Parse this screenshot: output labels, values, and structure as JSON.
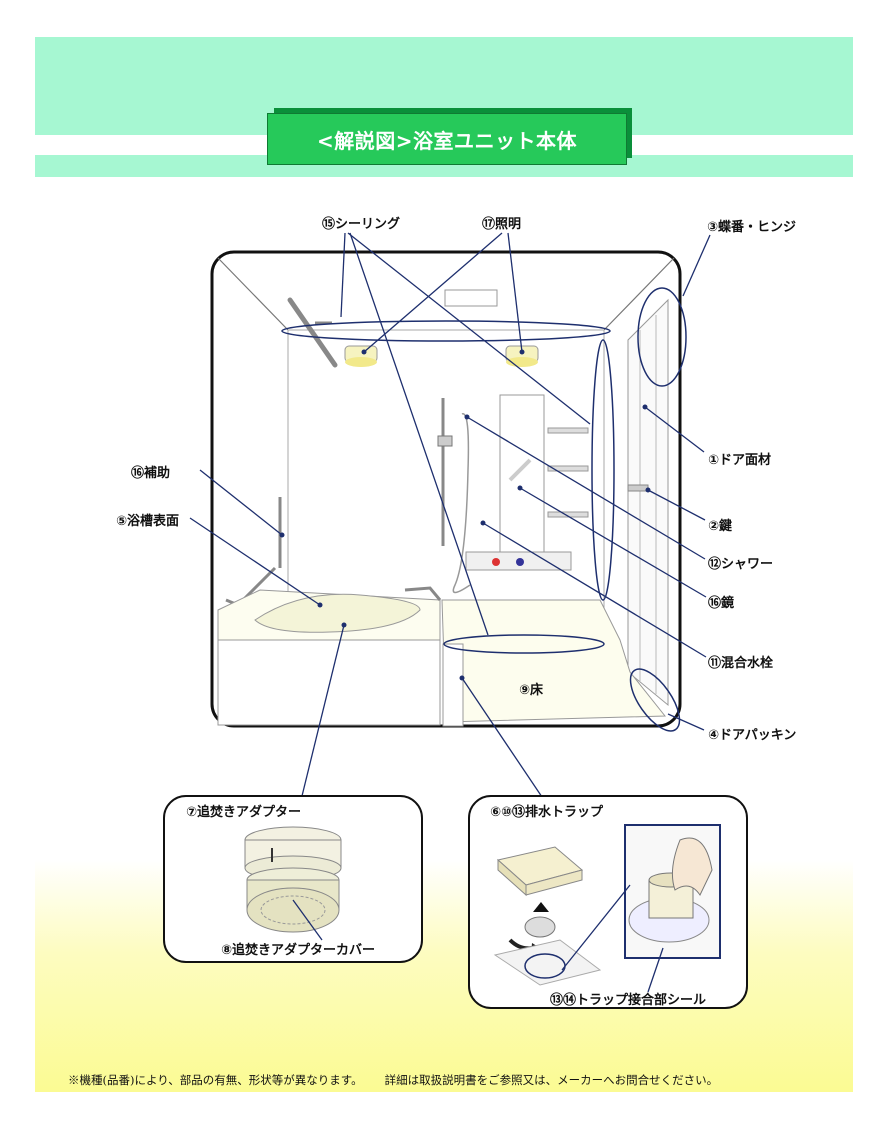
{
  "title": "<解説図>浴室ユニット本体",
  "labels": {
    "sealing": "⑮シーリング",
    "lighting": "⑰照明",
    "hinge": "③蝶番・ヒンジ",
    "door_panel": "①ドア面材",
    "lock": "②鍵",
    "shower": "⑫シャワー",
    "mirror": "⑯鏡",
    "faucet": "⑪混合水栓",
    "door_packing": "④ドアパッキン",
    "handrail": "⑯補助",
    "tub_surface": "⑤浴槽表面",
    "floor": "⑨床",
    "reheat_adapter": "⑦追焚きアダプター",
    "reheat_adapter_cover": "⑧追焚きアダプターカバー",
    "drain_trap": "⑥⑩⑬排水トラップ",
    "trap_seal": "⑬⑭トラップ接合部シール"
  },
  "footnote": {
    "left": "※機種(品番)により、部品の有無、形状等が異なります。",
    "right": "詳細は取扱説明書をご参照又は、メーカーへお問合せください。"
  },
  "colors": {
    "band": "#a6f7d2",
    "title_bg": "#26c95a",
    "leader_line": "#1e2f6e",
    "gradient_bottom": "#fbfb93"
  }
}
